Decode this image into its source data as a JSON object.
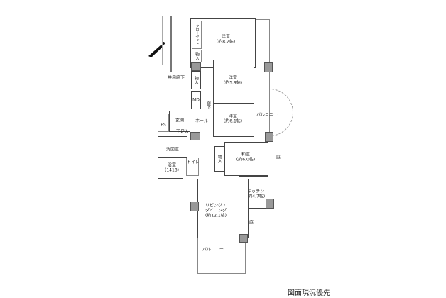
{
  "rooms": {
    "western1": {
      "name": "洋室",
      "size": "(約8.2帖)"
    },
    "closet": "クローゼット",
    "storage1": "物入",
    "western2": {
      "name": "洋室",
      "size": "(約5.9帖)"
    },
    "western3": {
      "name": "洋室",
      "size": "(約6.1帖)"
    },
    "balcony_side": "バルコニー",
    "corridor_common": "共用廊下",
    "storage2": "物入",
    "md": "MD",
    "hallway": "廊下",
    "hall": "ホール",
    "entrance": "玄関",
    "ps": "PS",
    "shoe_storage": "下足入",
    "washroom": "洗面室",
    "bathroom": {
      "name": "浴室",
      "size": "(1418)"
    },
    "toilet": "トイレ",
    "japanese": {
      "name": "和室",
      "size": "(約6.0帖)"
    },
    "storage3": "物入",
    "garden1": "庭",
    "kitchen": {
      "name": "キッチン",
      "size": "(約4.7帖)"
    },
    "living": {
      "name": "リビング・",
      "name2": "ダイニング",
      "size": "(約12.1帖)"
    },
    "garden2": "庭",
    "balcony_bottom": "バルコニー"
  },
  "caption": "図面現況優先"
}
